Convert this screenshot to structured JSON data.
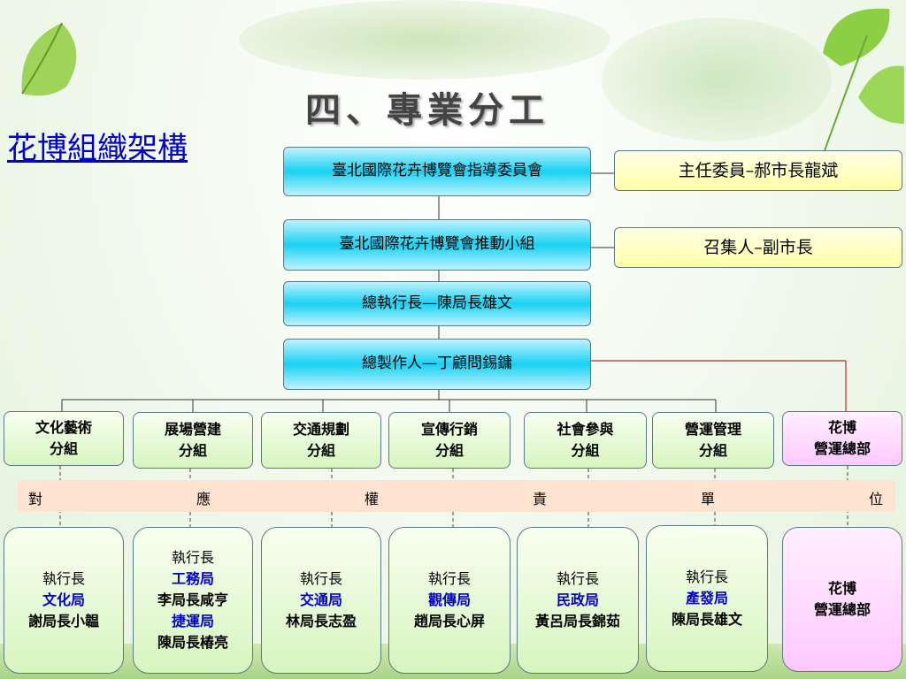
{
  "title": "四、專業分工",
  "link_title": "花博組織架構",
  "top": {
    "committee": "臺北國際花卉博覽會指導委員會",
    "committee_note": "主任委員–郝市長龍斌",
    "team": "臺北國際花卉博覽會推動小組",
    "team_note": "召集人–副市長",
    "ceo": "總執行長—陳局長雄文",
    "producer": "總製作人—丁顧問錫鏞"
  },
  "groups": [
    {
      "l1": "文化藝術",
      "l2": "分組"
    },
    {
      "l1": "展場營建",
      "l2": "分組"
    },
    {
      "l1": "交通規劃",
      "l2": "分組"
    },
    {
      "l1": "宣傳行銷",
      "l2": "分組"
    },
    {
      "l1": "社會參與",
      "l2": "分組"
    },
    {
      "l1": "營運管理",
      "l2": "分組"
    },
    {
      "l1": "花博",
      "l2": "營運總部"
    }
  ],
  "band": [
    "對",
    "應",
    "權",
    "責",
    "單",
    "位"
  ],
  "units": [
    {
      "role": "執行長",
      "dept": "文化局",
      "person": "謝局長小韞"
    },
    {
      "role": "執行長",
      "dept": "工務局",
      "person": "李局長咸亨",
      "dept2": "捷運局",
      "person2": "陳局長椿亮"
    },
    {
      "role": "執行長",
      "dept": "交通局",
      "person": "林局長志盈"
    },
    {
      "role": "執行長",
      "dept": "觀傳局",
      "person": "趙局長心屏"
    },
    {
      "role": "執行長",
      "dept": "民政局",
      "person": "黃呂局長錦茹"
    },
    {
      "role": "執行長",
      "dept": "產發局",
      "person": "陳局長雄文"
    },
    {
      "l1": "花博",
      "l2": "營運總部"
    }
  ],
  "colors": {
    "line_red": "#c0282b",
    "cyan": "#19d1f2",
    "link_blue": "#0000cc"
  }
}
